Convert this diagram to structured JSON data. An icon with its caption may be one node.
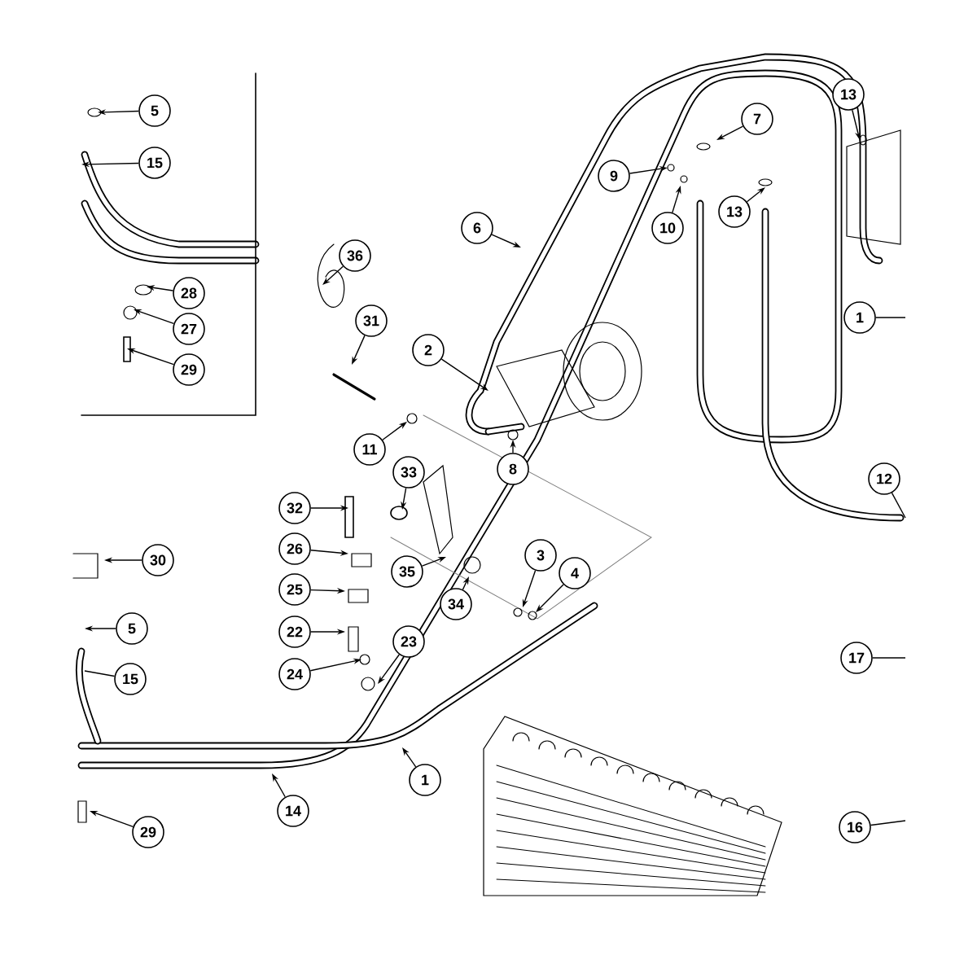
{
  "diagram": {
    "nodes": [
      {
        "text": [
          "5"
        ]
      },
      {
        "text": [
          "15"
        ]
      },
      {
        "text": [
          "28"
        ]
      },
      {
        "text": [
          "27"
        ]
      },
      {
        "text": [
          "29"
        ]
      },
      {
        "text": [
          "36"
        ]
      },
      {
        "text": [
          "31"
        ]
      },
      {
        "text": [
          "2"
        ]
      },
      {
        "text": [
          "6"
        ]
      },
      {
        "text": [
          "11"
        ]
      },
      {
        "text": [
          "8"
        ]
      },
      {
        "text": [
          "7"
        ]
      },
      {
        "text": [
          "9"
        ]
      },
      {
        "text": [
          "10"
        ]
      },
      {
        "text": [
          "13"
        ]
      },
      {
        "text": [
          "13"
        ]
      },
      {
        "text": [
          "1"
        ]
      },
      {
        "text": [
          "12"
        ]
      },
      {
        "text": [
          "32"
        ]
      },
      {
        "text": [
          "33"
        ]
      },
      {
        "text": [
          "26"
        ]
      },
      {
        "text": [
          "35"
        ]
      },
      {
        "text": [
          "25"
        ]
      },
      {
        "text": [
          "34"
        ]
      },
      {
        "text": [
          "22"
        ]
      },
      {
        "text": [
          "23"
        ]
      },
      {
        "text": [
          "24"
        ]
      },
      {
        "text": [
          "30"
        ]
      },
      {
        "text": [
          "5"
        ]
      },
      {
        "text": [
          "15"
        ]
      },
      {
        "text": [
          "3"
        ]
      },
      {
        "text": [
          "4"
        ]
      },
      {
        "text": [
          "17"
        ]
      },
      {
        "text": [
          "16"
        ]
      },
      {
        "text": [
          "1"
        ]
      },
      {
        "text": [
          "14"
        ]
      },
      {
        "text": [
          "29"
        ]
      }
    ],
    "edges": [
      {
        "from": 0,
        "to": null,
        "arrow": "to"
      },
      {
        "from": 1,
        "to": null,
        "arrow": "to"
      },
      {
        "from": 2,
        "to": null,
        "arrow": "to"
      },
      {
        "from": 3,
        "to": null,
        "arrow": "to"
      },
      {
        "from": 4,
        "to": null,
        "arrow": "to"
      },
      {
        "from": 5,
        "to": null,
        "arrow": "to"
      },
      {
        "from": 6,
        "to": null,
        "arrow": "to"
      },
      {
        "from": 7,
        "to": null,
        "arrow": "to"
      },
      {
        "from": 8,
        "to": null,
        "arrow": "to"
      },
      {
        "from": 9,
        "to": null,
        "arrow": "to"
      },
      {
        "from": 10,
        "to": null,
        "arrow": "to"
      },
      {
        "from": 11,
        "to": null,
        "arrow": "to"
      },
      {
        "from": 12,
        "to": null,
        "arrow": "to"
      },
      {
        "from": 13,
        "to": null,
        "arrow": "to"
      },
      {
        "from": 14,
        "to": null,
        "arrow": "to"
      },
      {
        "from": 15,
        "to": null,
        "arrow": "to"
      },
      {
        "from": 16,
        "to": null,
        "arrow": "none"
      },
      {
        "from": 17,
        "to": null,
        "arrow": "none"
      },
      {
        "from": 18,
        "to": null,
        "arrow": "to"
      },
      {
        "from": 19,
        "to": null,
        "arrow": "to"
      },
      {
        "from": 20,
        "to": null,
        "arrow": "to"
      },
      {
        "from": 21,
        "to": null,
        "arrow": "to"
      },
      {
        "from": 22,
        "to": null,
        "arrow": "to"
      },
      {
        "from": 23,
        "to": null,
        "arrow": "to"
      },
      {
        "from": 24,
        "to": null,
        "arrow": "to"
      },
      {
        "from": 25,
        "to": null,
        "arrow": "to"
      },
      {
        "from": 26,
        "to": null,
        "arrow": "to"
      },
      {
        "from": 27,
        "to": null,
        "arrow": "to"
      },
      {
        "from": 28,
        "to": null,
        "arrow": "to"
      },
      {
        "from": 29,
        "to": null,
        "arrow": "none"
      },
      {
        "from": 30,
        "to": null,
        "arrow": "to"
      },
      {
        "from": 31,
        "to": null,
        "arrow": "to"
      },
      {
        "from": 32,
        "to": null,
        "arrow": "none"
      },
      {
        "from": 33,
        "to": null,
        "arrow": "none"
      },
      {
        "from": 34,
        "to": null,
        "arrow": "to"
      },
      {
        "from": 35,
        "to": null,
        "arrow": "to"
      },
      {
        "from": 36,
        "to": null,
        "arrow": "to"
      }
    ]
  }
}
